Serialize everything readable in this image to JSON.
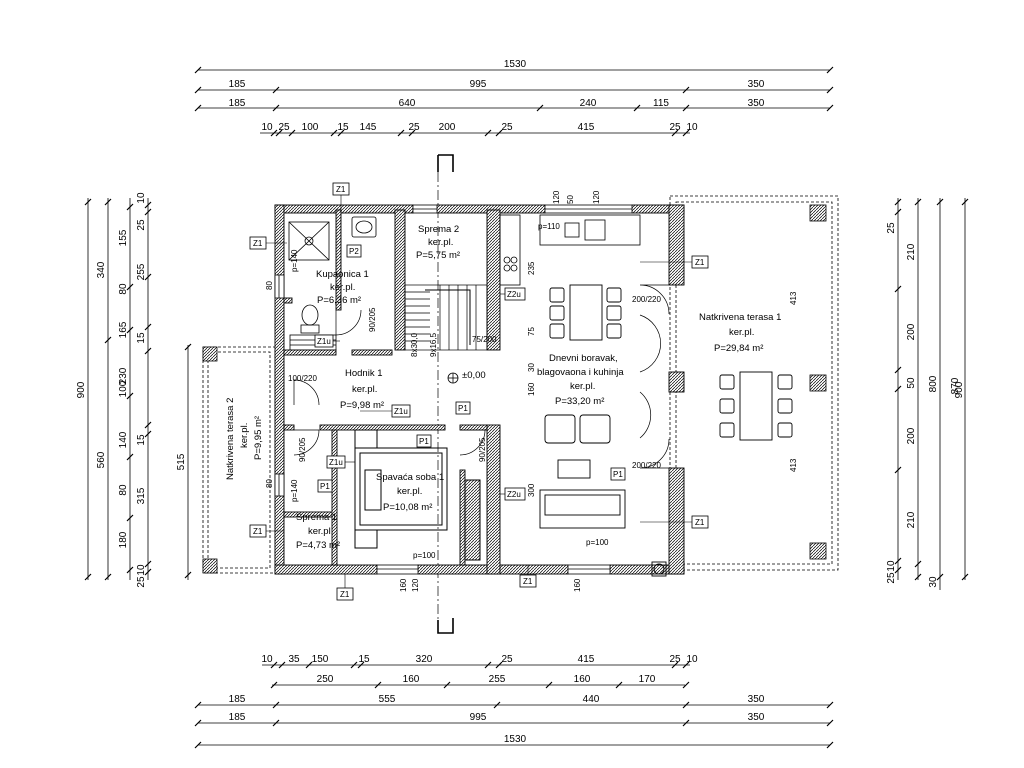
{
  "dimensions": {
    "top": {
      "row1": [
        "1530"
      ],
      "row2": [
        "185",
        "995",
        "350"
      ],
      "row3": [
        "185",
        "640",
        "240",
        "115",
        "350"
      ],
      "row4": [
        "10",
        "25",
        "100",
        "15",
        "145",
        "25",
        "200",
        "25",
        "415",
        "25",
        "10"
      ]
    },
    "bottom": {
      "row1": [
        "10",
        "35",
        "150",
        "15",
        "320",
        "25",
        "415",
        "25",
        "10"
      ],
      "row2": [
        "250",
        "160",
        "255",
        "160",
        "170"
      ],
      "row3": [
        "185",
        "555",
        "440",
        "350"
      ],
      "row4": [
        "185",
        "995",
        "350"
      ],
      "row5": [
        "1530"
      ]
    },
    "left": {
      "outer": [
        "900"
      ],
      "mid": [
        "340",
        "560"
      ],
      "inner": [
        "10",
        "25",
        "155",
        "255",
        "80",
        "165",
        "15",
        "230",
        "100",
        "140",
        "15",
        "315",
        "80",
        "180",
        "10",
        "25"
      ],
      "right_side": [
        "515"
      ]
    },
    "right": {
      "inner": [
        "25",
        "210",
        "200",
        "50",
        "200",
        "210",
        "10",
        "25"
      ],
      "mid": [
        "800",
        "30"
      ],
      "mid2": [
        "870"
      ],
      "outer": [
        "900"
      ]
    }
  },
  "rooms": [
    {
      "name": "Kupaonica 1",
      "floor": "ker.pl.",
      "area": "P=6,36 m²"
    },
    {
      "name": "Sprema 2",
      "floor": "ker.pl.",
      "area": "P=5,75 m²"
    },
    {
      "name": "Hodnik 1",
      "floor": "ker.pl.",
      "area": "P=9,98 m²"
    },
    {
      "name": "Spavaća soba 1",
      "floor": "ker.pl.",
      "area": "P=10,08 m²"
    },
    {
      "name": "Sprema 1",
      "floor": "ker.pl.",
      "area": "P=4,73 m²"
    },
    {
      "name": "Natkrivena terasa 2",
      "floor": "ker.pl.",
      "area": "P=9,95 m²"
    },
    {
      "name_line1": "Dnevni boravak,",
      "name_line2": "blagovaona i kuhinja",
      "floor": "ker.pl.",
      "area": "P=33,20 m²"
    },
    {
      "name": "Natkrivena terasa 1",
      "floor": "ker.pl.",
      "area": "P=29,84 m²"
    }
  ],
  "tags": {
    "z1": "Z1",
    "z1u": "Z1u",
    "z2u": "Z2u",
    "p1": "P1",
    "p2": "P2"
  },
  "openings": {
    "d100_220": "100/220",
    "d90_205": "90/205",
    "d90_205b": "90/205",
    "d90_205c": "90/205",
    "d75_200": "75/200",
    "d200_220a": "200/220",
    "d200_220b": "200/220",
    "p110": "p=110",
    "p100a": "p=100",
    "p100b": "p=100",
    "p140a": "p=140",
    "p140b": "p=140",
    "w80a": "80",
    "w80b": "80",
    "w120a": "120",
    "w120b": "120",
    "w120c": "120",
    "w50": "50",
    "w160a": "160",
    "w160b": "160",
    "w75": "75",
    "w30": "30",
    "w235": "235",
    "w160c": "160",
    "w300": "300",
    "w413a": "413",
    "w413b": "413",
    "st1": "8x30,0",
    "st2": "9x16,5"
  },
  "level": "±0,00"
}
